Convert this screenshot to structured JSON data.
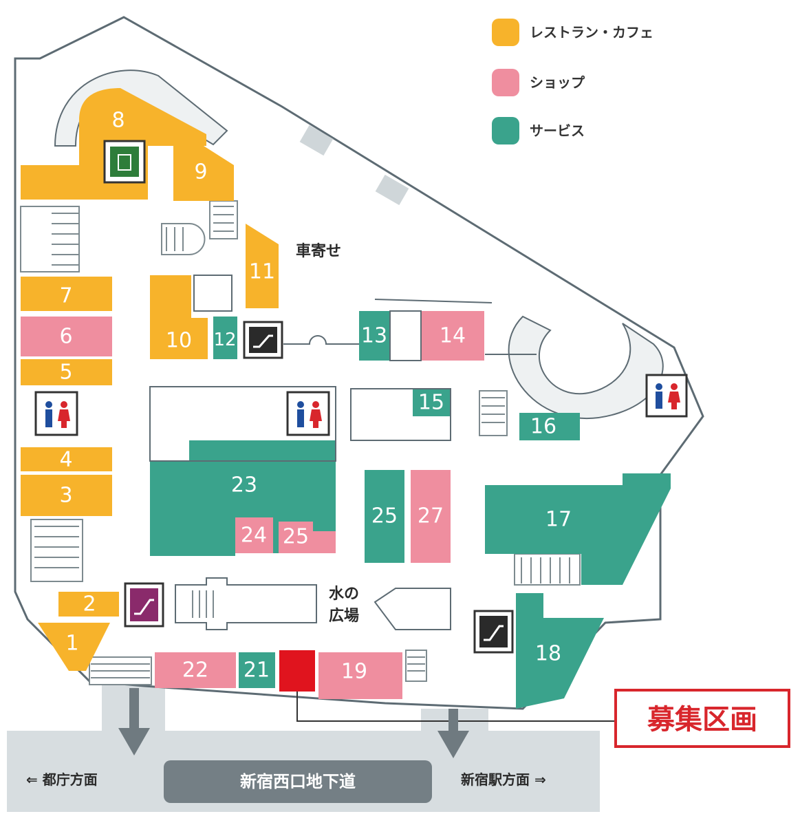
{
  "legend": {
    "restaurant": "レストラン・カフェ",
    "shop": "ショップ",
    "service": "サービス"
  },
  "colors": {
    "restaurant": "#f7b32b",
    "shop": "#ef8e9f",
    "service": "#3aa38c",
    "vacant": "#e0141e",
    "outline": "#5d6b73",
    "highlight_border": "#d8262c"
  },
  "labels": {
    "drop_off": "車寄せ",
    "water_plaza_1": "水の",
    "water_plaza_2": "広場",
    "vacant_unit": "募集区画",
    "underground_passage": "新宿西口地下道",
    "to_city_hall": "⇐ 都庁方面",
    "to_station": "新宿駅方面 ⇒"
  },
  "units": {
    "u1": "1",
    "u2": "2",
    "u3": "3",
    "u4": "4",
    "u5": "5",
    "u6": "6",
    "u7": "7",
    "u8": "8",
    "u9": "9",
    "u10": "10",
    "u11": "11",
    "u12": "12",
    "u13": "13",
    "u14": "14",
    "u15": "15",
    "u16": "16",
    "u17": "17",
    "u18": "18",
    "u19": "19",
    "u21": "21",
    "u22": "22",
    "u23": "23",
    "u24": "24",
    "u25a": "25",
    "u25b": "25",
    "u27": "27"
  },
  "icons": {
    "restroom": "restroom-icon",
    "elevator": "elevator-icon",
    "escalator": "escalator-icon",
    "arrow_down": "arrow-down-icon"
  }
}
